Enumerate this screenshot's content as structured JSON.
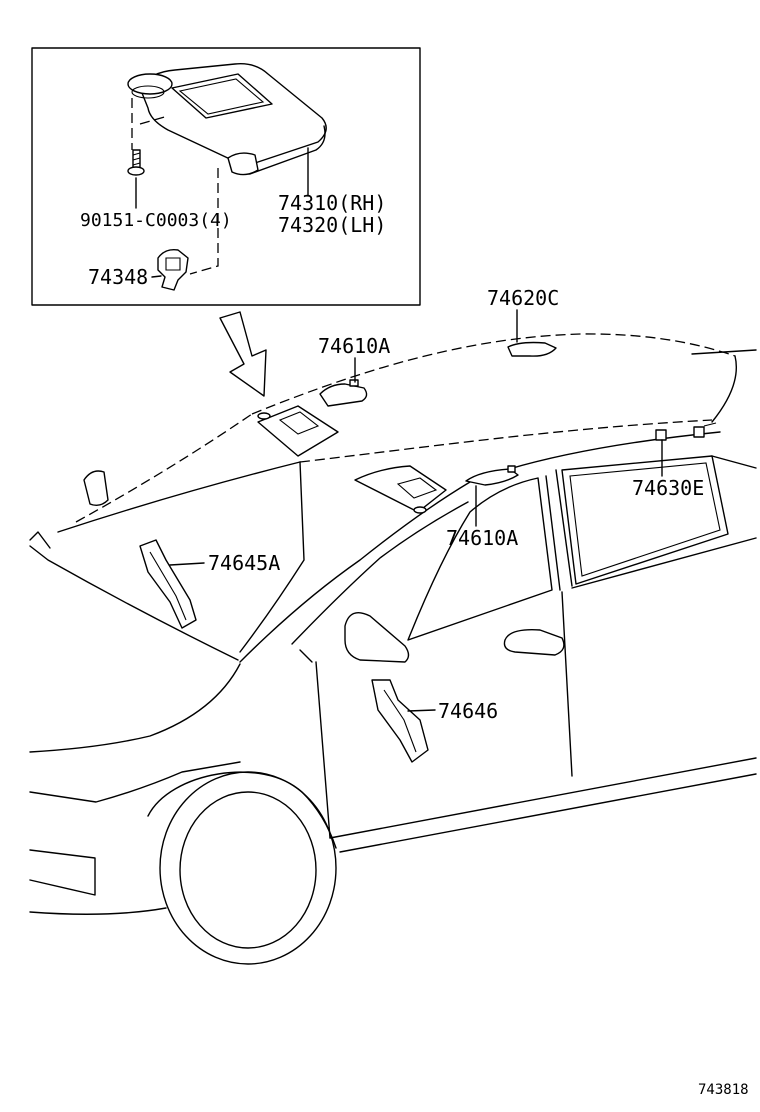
{
  "colors": {
    "line": "#000000",
    "background": "#ffffff"
  },
  "labels": {
    "sun_visor_rh": "74310(RH)",
    "sun_visor_lh": "74320(LH)",
    "visor_screw": "90151-C0003(4)",
    "visor_holder": "74348",
    "assist_grip_rear": "74620C",
    "assist_grip_front_upper": "74610A",
    "clip": "74630E",
    "pillar_pad_front": "74645A",
    "assist_grip_front_lower": "74610A",
    "pillar_pad_center": "74646"
  },
  "diagram_id": "743818"
}
